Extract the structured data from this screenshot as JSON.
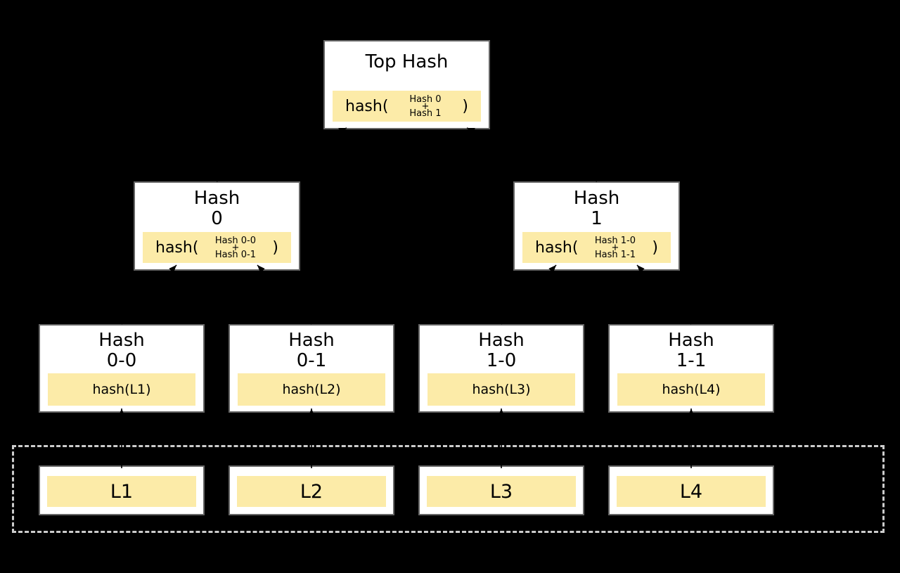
{
  "diagram_type": "merkle-hash-tree",
  "colors": {
    "background": "#000000",
    "node_fill": "#ffffff",
    "node_border": "#666666",
    "highlight": "#fceba8",
    "dashed_border": "#cccccc",
    "arrow": "#000000",
    "text": "#000000"
  },
  "nodes": {
    "top_hash": {
      "title": "Top Hash",
      "prefix": "hash(",
      "operand1": "Hash 0",
      "operator": "+",
      "operand2": "Hash 1",
      "suffix": ")"
    },
    "hash_0": {
      "title_line1": "Hash",
      "title_line2": "0",
      "prefix": "hash(",
      "operand1": "Hash 0-0",
      "operator": "+",
      "operand2": "Hash 0-1",
      "suffix": ")"
    },
    "hash_1": {
      "title_line1": "Hash",
      "title_line2": "1",
      "prefix": "hash(",
      "operand1": "Hash 1-0",
      "operator": "+",
      "operand2": "Hash 1-1",
      "suffix": ")"
    },
    "hash_0_0": {
      "title_line1": "Hash",
      "title_line2": "0-0",
      "formula": "hash(L1)"
    },
    "hash_0_1": {
      "title_line1": "Hash",
      "title_line2": "0-1",
      "formula": "hash(L2)"
    },
    "hash_1_0": {
      "title_line1": "Hash",
      "title_line2": "1-0",
      "formula": "hash(L3)"
    },
    "hash_1_1": {
      "title_line1": "Hash",
      "title_line2": "1-1",
      "formula": "hash(L4)"
    },
    "l1": {
      "label": "L1"
    },
    "l2": {
      "label": "L2"
    },
    "l3": {
      "label": "L3"
    },
    "l4": {
      "label": "L4"
    }
  },
  "edges": [
    {
      "from": "l1",
      "to": "hash_0_0"
    },
    {
      "from": "l2",
      "to": "hash_0_1"
    },
    {
      "from": "l3",
      "to": "hash_1_0"
    },
    {
      "from": "l4",
      "to": "hash_1_1"
    },
    {
      "from": "hash_0_0",
      "to": "hash_0"
    },
    {
      "from": "hash_0_1",
      "to": "hash_0"
    },
    {
      "from": "hash_1_0",
      "to": "hash_1"
    },
    {
      "from": "hash_1_1",
      "to": "hash_1"
    },
    {
      "from": "hash_0",
      "to": "top_hash"
    },
    {
      "from": "hash_1",
      "to": "top_hash"
    }
  ]
}
